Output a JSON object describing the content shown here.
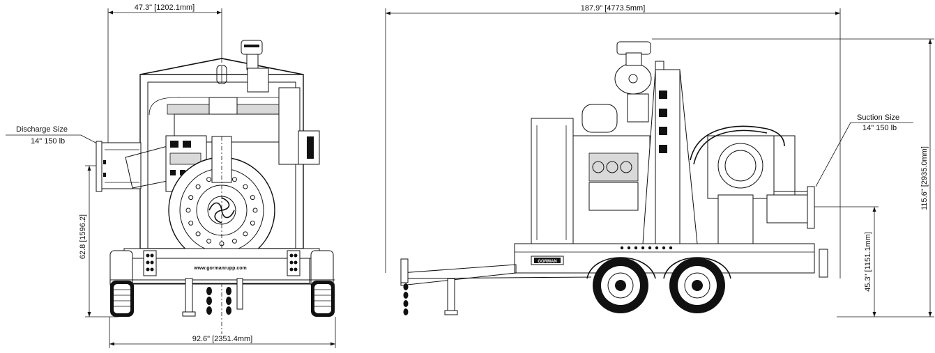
{
  "front_view": {
    "overall_width_top": "47.3\" [1202.1mm]",
    "overall_width_bottom": "92.6\" [2351.4mm]",
    "discharge_height": "62.8 [1596.2]",
    "discharge_label": "Discharge Size",
    "discharge_size": "14\" 150 lb",
    "frame_text": "www.gormanrupp.com"
  },
  "side_view": {
    "overall_length": "187.9\" [4773.5mm]",
    "overall_height": "115.6\" [2935.0mm]",
    "suction_height": "45.3\" [1151.1mm]",
    "suction_label": "Suction Size",
    "suction_size": "14\" 150 lb",
    "brand_text": "GORMAN"
  }
}
